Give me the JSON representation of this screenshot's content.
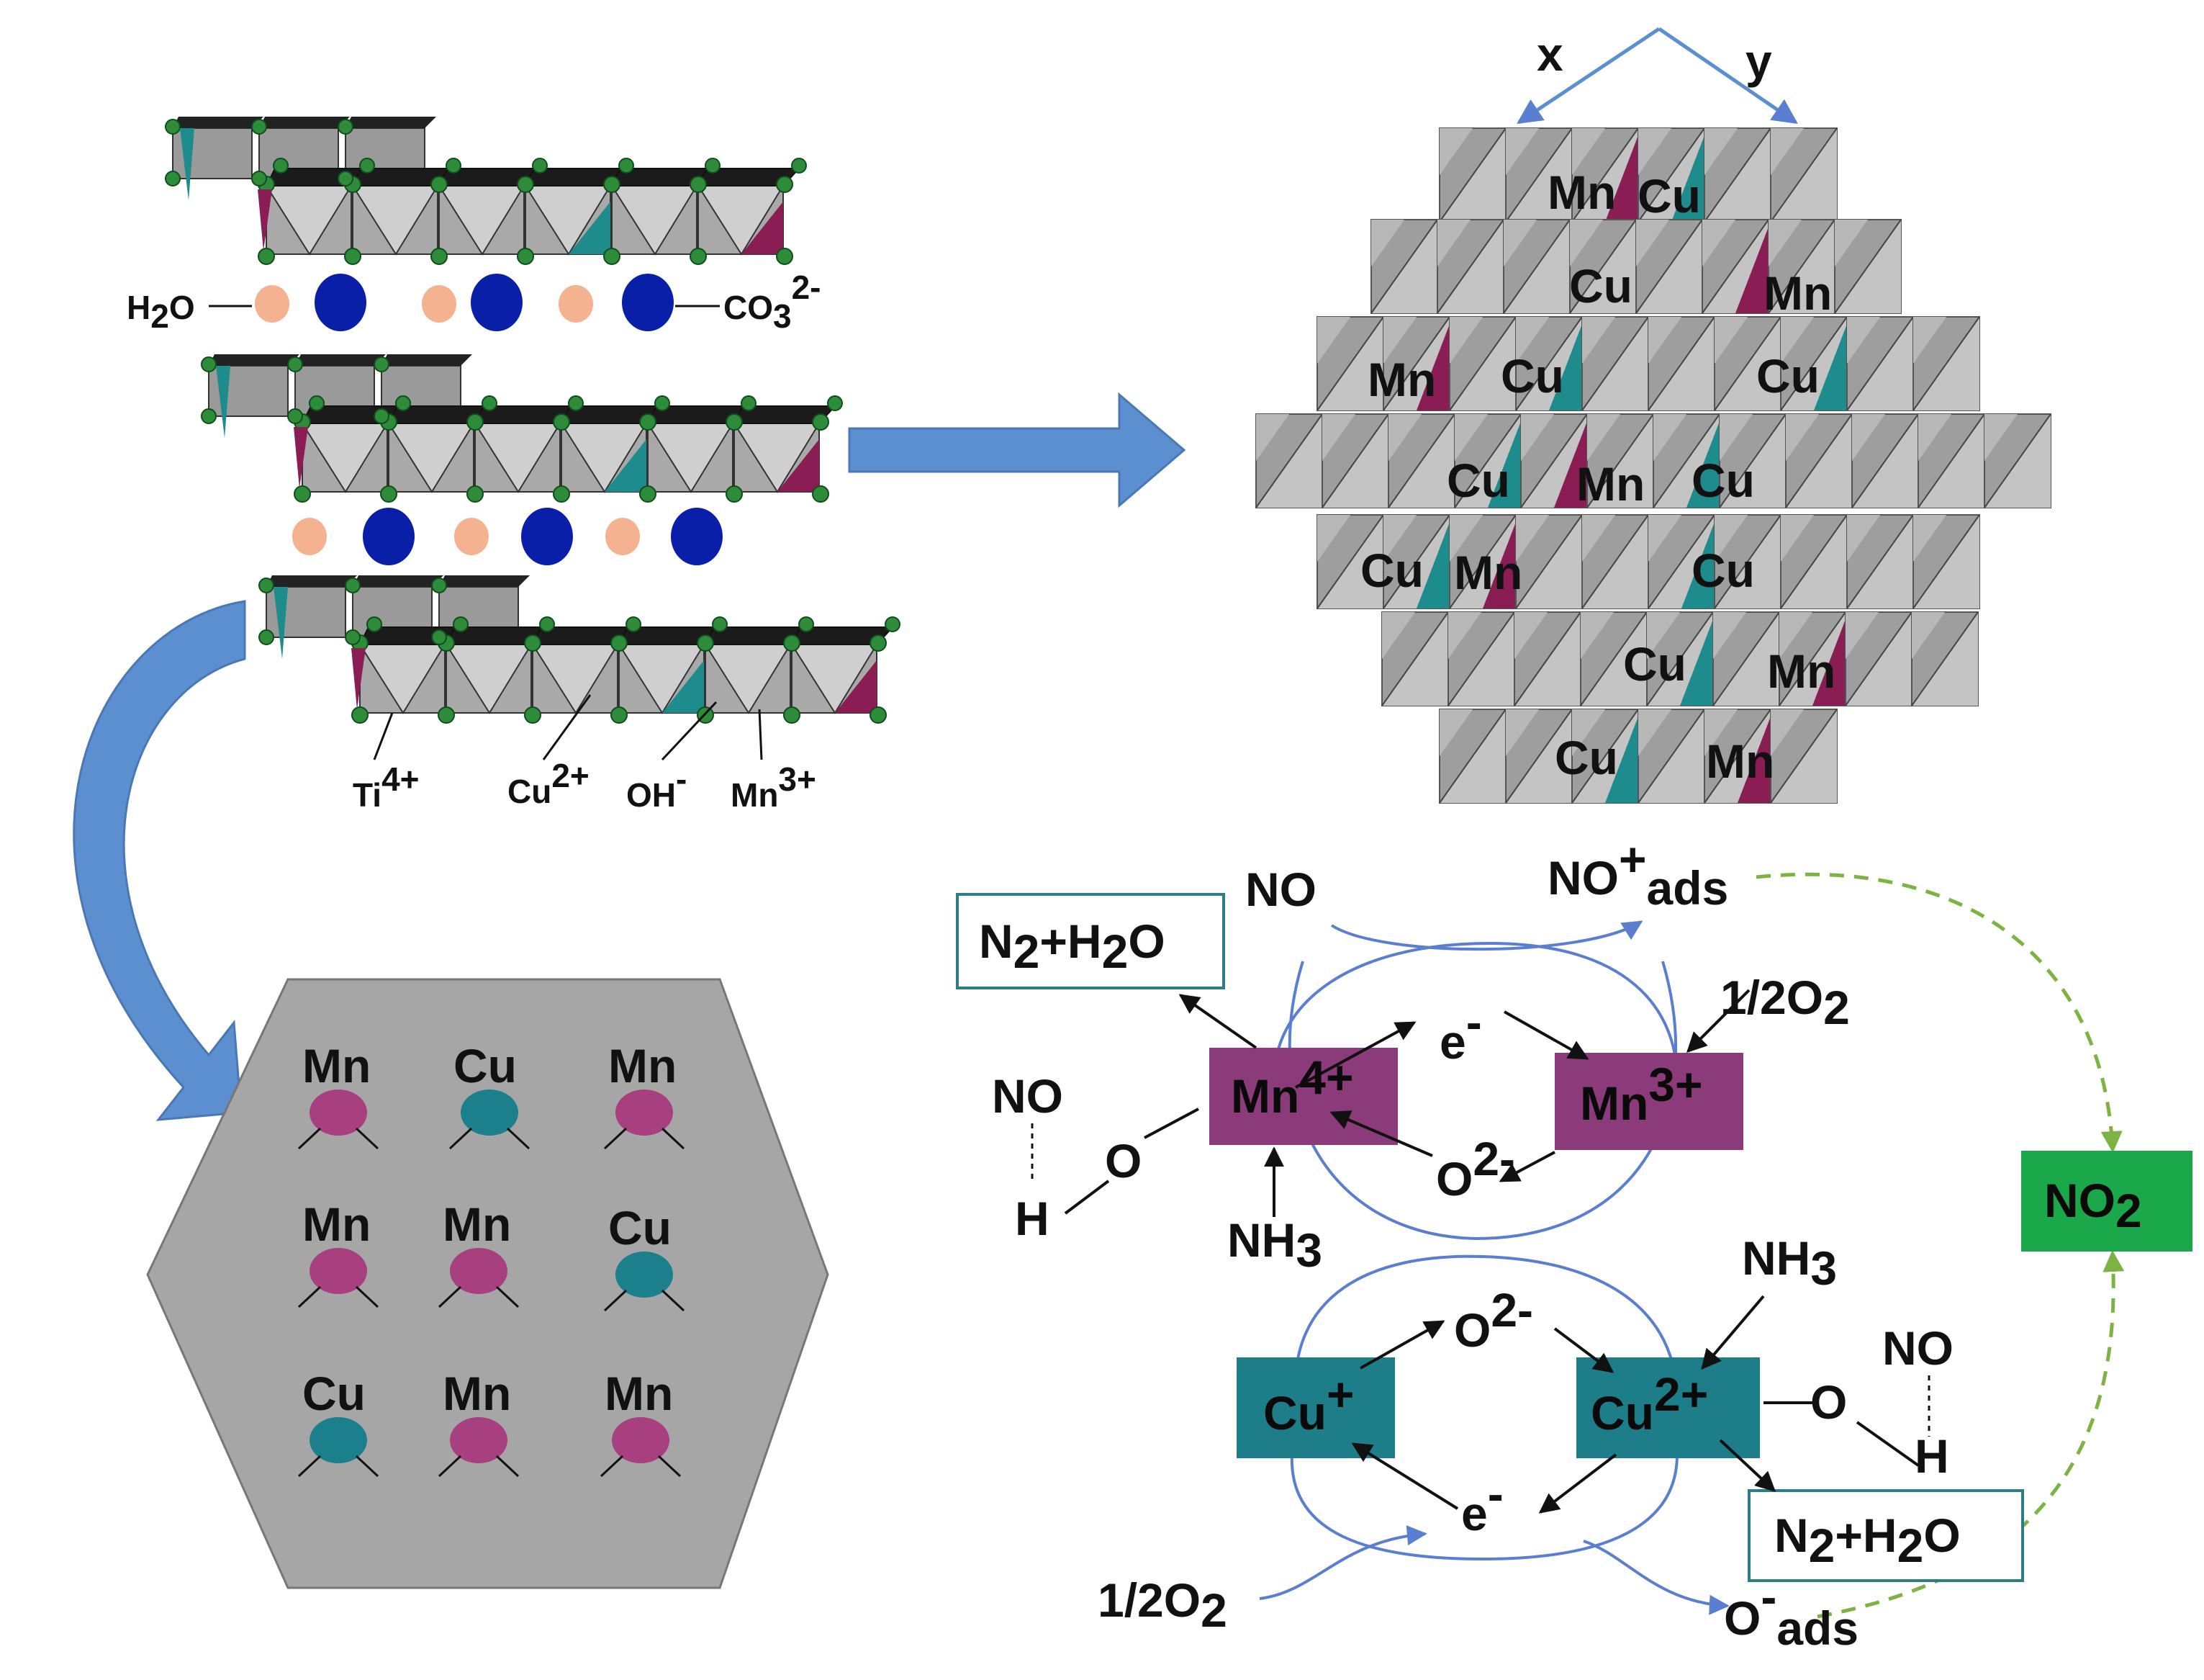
{
  "colors": {
    "mn": "#8b1d55",
    "cu": "#1e8c8c",
    "mn_site": "#a8407f",
    "cu_site": "#1b7f8c",
    "water": "#f4b290",
    "carbonate": "#0a1fa8",
    "oxygen": "#2e8b3a",
    "octa_light": "#bdbdbd",
    "octa_dark": "#8a8a8a",
    "arrow_blue": "#5b8fd0",
    "cycle_blue": "#5b7fd0",
    "no2_green": "#1aa84a",
    "dashed_green": "#7cb342",
    "box_border": "#2e7d86",
    "hexagon_fill": "#a6a6a6"
  },
  "ldh": {
    "interlayer_left": {
      "main": "H",
      "sub": "2",
      "tail": "O"
    },
    "interlayer_right": {
      "main": "CO",
      "sub": "3",
      "sup": "2-"
    },
    "cations": [
      {
        "main": "Ti",
        "sup": "4+"
      },
      {
        "main": "Cu",
        "sup": "2+"
      },
      {
        "main": "OH",
        "sup": "-"
      },
      {
        "main": "Mn",
        "sup": "3+"
      }
    ]
  },
  "layer_top_view": {
    "axes": [
      "x",
      "y"
    ],
    "labels": [
      "Mn",
      "Cu",
      "Cu",
      "Mn",
      "Mn",
      "Cu",
      "Cu",
      "Cu",
      "Mn",
      "Cu",
      "Cu",
      "Mn",
      "Cu",
      "Cu",
      "Mn",
      "Cu",
      "Mn"
    ]
  },
  "hexagon_sites": [
    {
      "label": "Mn",
      "type": "mn"
    },
    {
      "label": "Cu",
      "type": "cu"
    },
    {
      "label": "Mn",
      "type": "mn"
    },
    {
      "label": "Mn",
      "type": "mn"
    },
    {
      "label": "Mn",
      "type": "mn"
    },
    {
      "label": "Cu",
      "type": "cu"
    },
    {
      "label": "Cu",
      "type": "cu"
    },
    {
      "label": "Mn",
      "type": "mn"
    },
    {
      "label": "Mn",
      "type": "mn"
    }
  ],
  "mechanism": {
    "no_in": "NO",
    "no_plus": {
      "main": "NO",
      "sup": "+",
      "sub": "ads"
    },
    "n2h2o_top": {
      "a": "N",
      "a_sub": "2",
      "b": "+H",
      "b_sub": "2",
      "c": "O"
    },
    "half_o2_top": {
      "main": "1/2O",
      "sub": "2"
    },
    "e_top": {
      "main": "e",
      "sup": "-"
    },
    "mn4": {
      "main": "Mn",
      "sup": "4+"
    },
    "mn3": {
      "main": "Mn",
      "sup": "3+"
    },
    "o2_top": {
      "main": "O",
      "sup": "2-"
    },
    "no_left": "NO",
    "o_left": "O",
    "h_left": "H",
    "nh3_top": {
      "main": "NH",
      "sub": "3"
    },
    "no2": {
      "main": "NO",
      "sub": "2"
    },
    "nh3_bottom": {
      "main": "NH",
      "sub": "3"
    },
    "o2_bottom": {
      "main": "O",
      "sup": "2-"
    },
    "cu1": {
      "main": "Cu",
      "sup": "+"
    },
    "cu2": {
      "main": "Cu",
      "sup": "2+"
    },
    "o_right": "O",
    "no_right": "NO",
    "h_right": "H",
    "e_bottom": {
      "main": "e",
      "sup": "-"
    },
    "n2h2o_bottom": {
      "a": "N",
      "a_sub": "2",
      "b": "+H",
      "b_sub": "2",
      "c": "O"
    },
    "half_o2_bottom": {
      "main": "1/2O",
      "sub": "2"
    },
    "o_minus": {
      "main": "O",
      "sup": "-",
      "sub": "ads"
    }
  }
}
